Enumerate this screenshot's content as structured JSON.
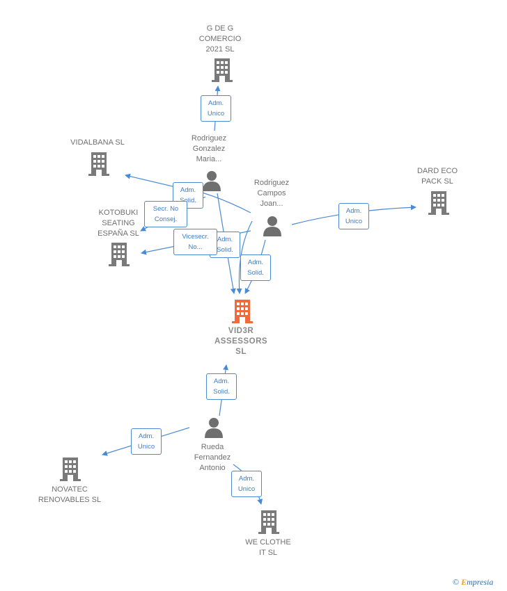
{
  "nodes": {
    "center": {
      "label": "VID3R\nASSESSORS\nSL"
    },
    "gdeg": {
      "label": "G DE G\nCOMERCIO\n2021  SL"
    },
    "vidalbana": {
      "label": "VIDALBANA SL"
    },
    "kotobuki": {
      "label": "KOTOBUKI\nSEATING\nESPAÑA  SL"
    },
    "dard": {
      "label": "DARD ECO\nPACK  SL"
    },
    "novatec": {
      "label": "NOVATEC\nRENOVABLES SL"
    },
    "weclothe": {
      "label": "WE CLOTHE\nIT  SL"
    },
    "p_gonzalez": {
      "label": "Rodriguez\nGonzalez\nMaria..."
    },
    "p_campos": {
      "label": "Rodriguez\nCampos\nJoan..."
    },
    "p_rueda": {
      "label": "Rueda\nFernandez\nAntonio"
    }
  },
  "relations": {
    "r1": "Adm.\nUnico",
    "r2": "Adm.\nSolid.",
    "r3": "Secr.  No\nConsej.",
    "r4": "Vicesecr.\nNo...",
    "r5": "Adm.\nSolid.",
    "r6": "Adm.\nSolid.",
    "r7": "Adm.\nUnico",
    "r8": "Adm.\nSolid.",
    "r9": "Adm.\nUnico",
    "r10": "Adm.\nUnico"
  },
  "colors": {
    "company": "#7a7a7a",
    "main_company": "#f26a3a",
    "person": "#6f6f6f",
    "edge": "#4a8ad4"
  },
  "brand": {
    "symbol": "©",
    "e": "E",
    "rest": "mpresia"
  }
}
